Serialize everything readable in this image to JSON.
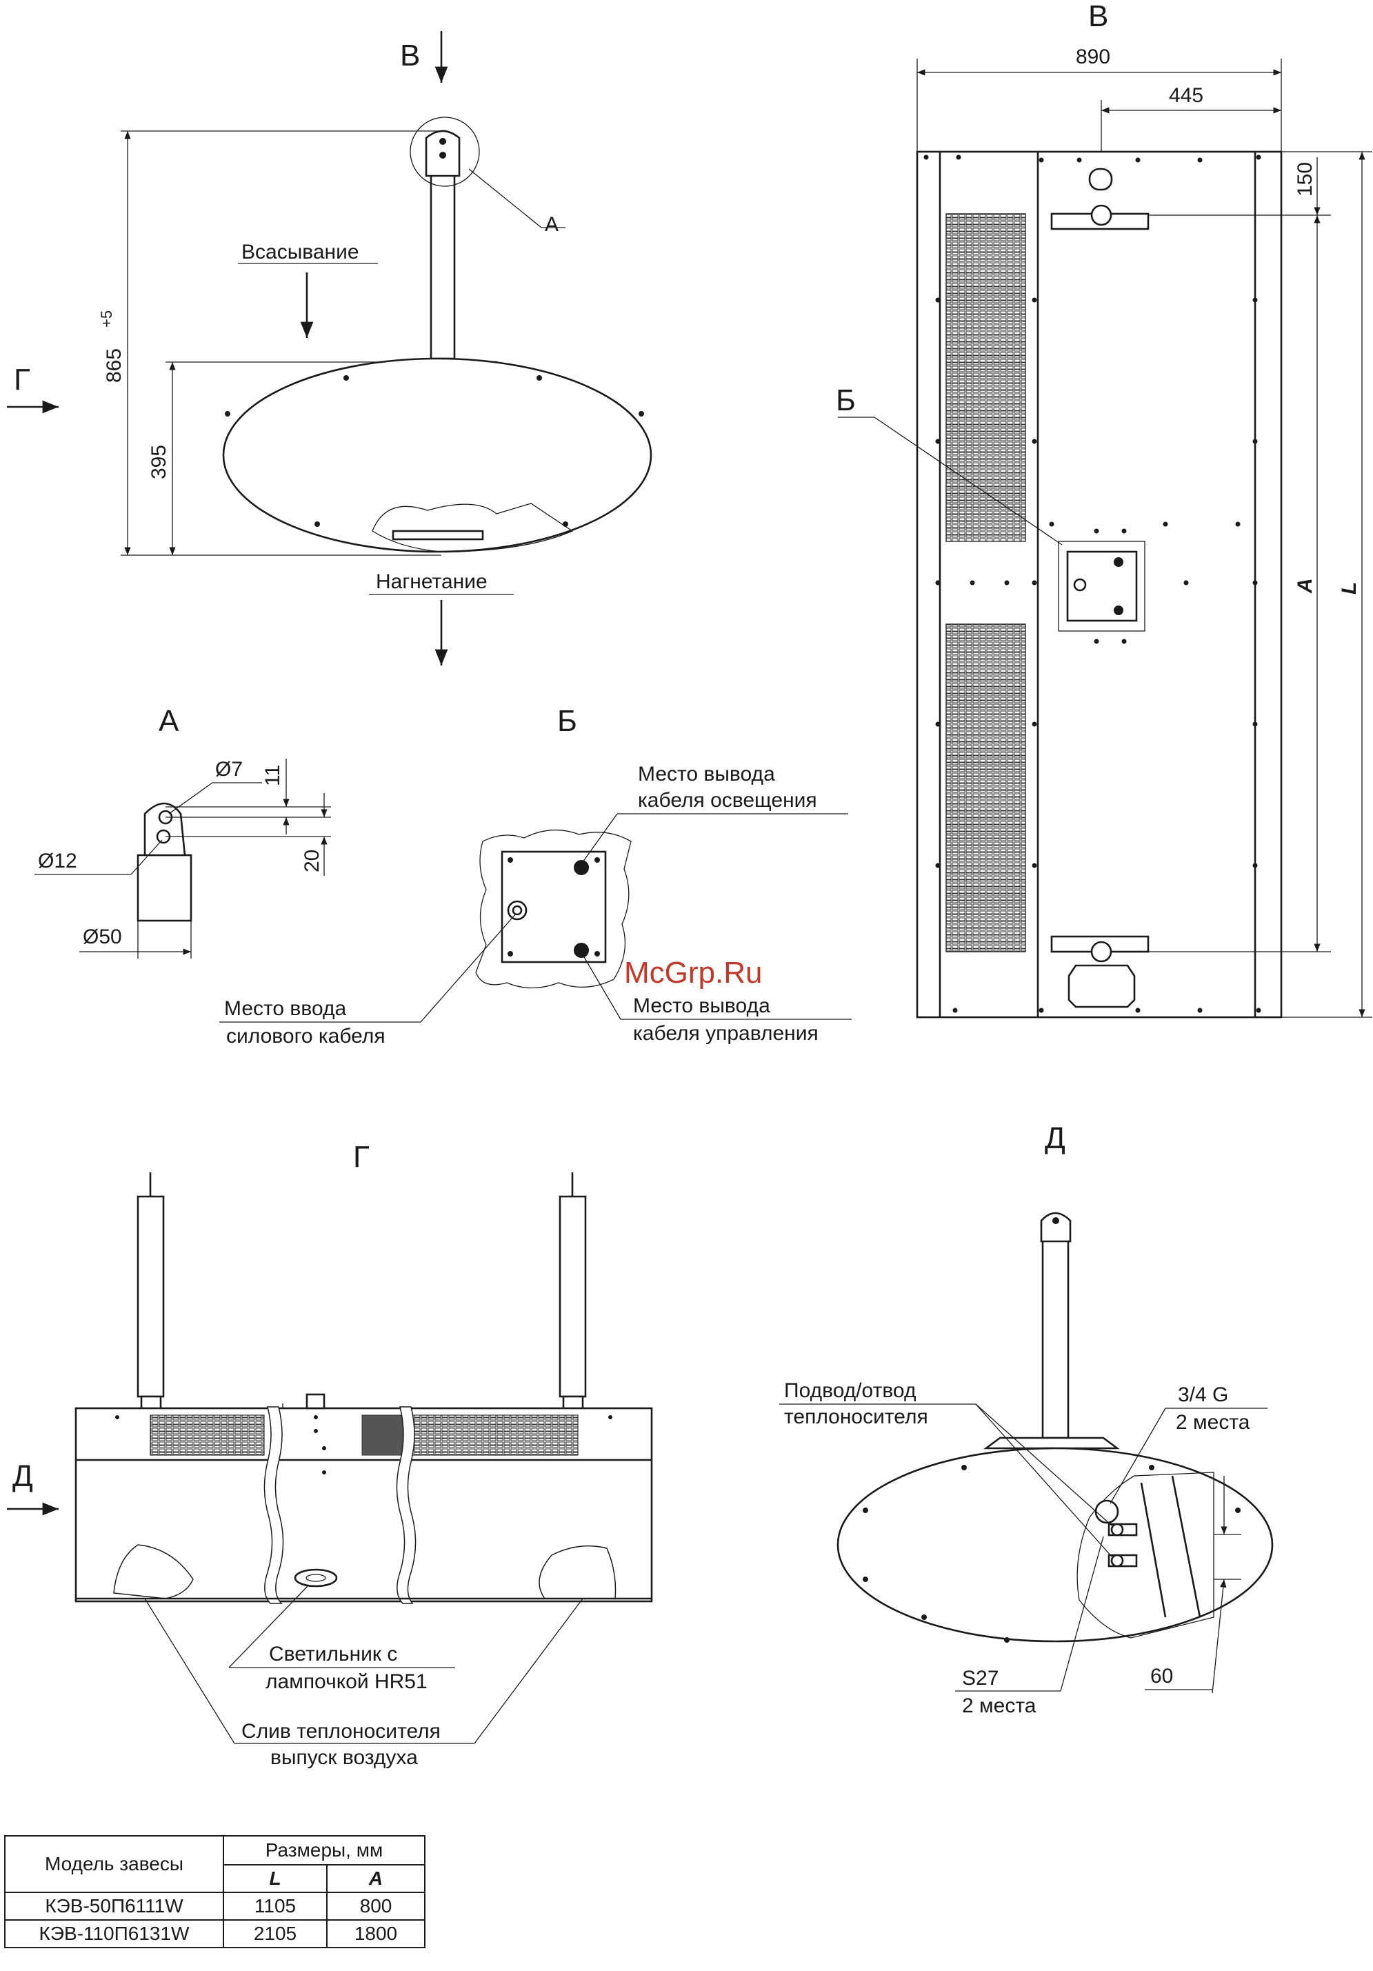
{
  "views": {
    "side_top": {
      "view_letter": "В",
      "label_suction": "Всасывание",
      "label_discharge": "Нагнетание",
      "callout_a": "А",
      "view_g_arrow": "Г",
      "dim_total": "865",
      "dim_total_tol": "+5",
      "dim_body": "395"
    },
    "view_b": {
      "title": "В",
      "dim_width": "890",
      "dim_half": "445",
      "dim_top": "150",
      "dim_a": "A",
      "dim_l": "L",
      "callout_b": "Б"
    },
    "detail_a": {
      "title": "А",
      "dim_d7": "Ø7",
      "dim_11": "11",
      "dim_20": "20",
      "dim_d12": "Ø12",
      "dim_d50": "Ø50"
    },
    "detail_b": {
      "title": "Б",
      "lighting_cable_1": "Место вывода",
      "lighting_cable_2": "кабеля освещения",
      "power_cable_1": "Место ввода",
      "power_cable_2": "силового кабеля",
      "control_cable_1": "Место вывода",
      "control_cable_2": "кабеля управления"
    },
    "view_g": {
      "title": "Г",
      "view_d_arrow": "Д",
      "lamp_1": "Светильник с",
      "lamp_2": "лампочкой HR51",
      "drain_1": "Слив теплоносителя",
      "drain_2": "выпуск воздуха"
    },
    "view_d": {
      "title": "Д",
      "coolant_1": "Подвод/отвод",
      "coolant_2": "теплоносителя",
      "thread_1": "3/4 G",
      "thread_2": "2 места",
      "nut_1": "S27",
      "nut_2": "2 места",
      "dim_60": "60"
    }
  },
  "watermark": "McGrp.Ru",
  "table": {
    "col_model": "Модель завесы",
    "col_sizes": "Размеры, мм",
    "col_l": "L",
    "col_a": "A",
    "rows": [
      {
        "model": "КЭВ-50П6111W",
        "l": "1105",
        "a": "800"
      },
      {
        "model": "КЭВ-110П6131W",
        "l": "2105",
        "a": "1800"
      }
    ]
  }
}
